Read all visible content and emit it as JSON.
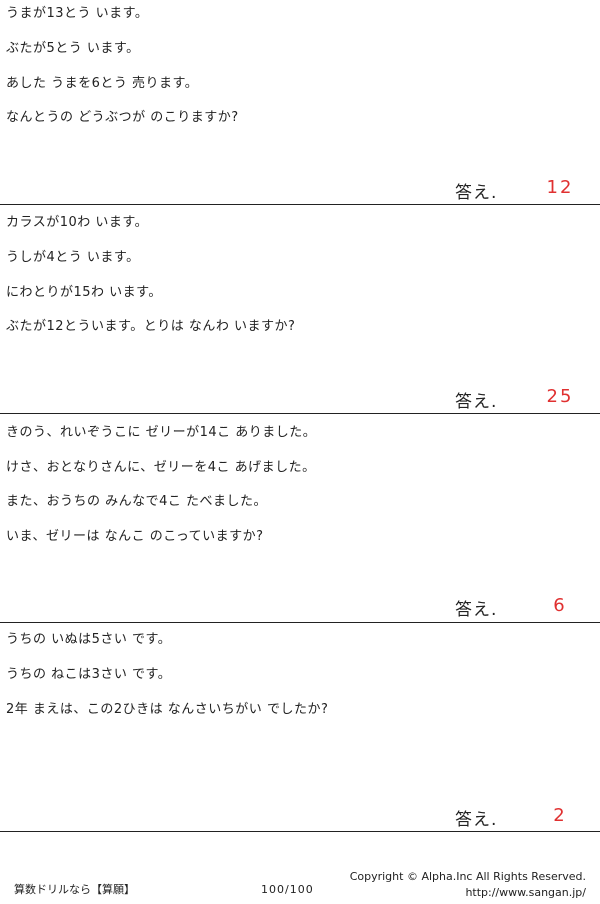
{
  "answer_label": "答え.",
  "answer_color": "#e03030",
  "problems": [
    {
      "lines": [
        "うまが13とう います。",
        "ぶたが5とう います。",
        "あした うまを6とう 売ります。",
        "なんとうの どうぶつが のこりますか?"
      ],
      "answer": "12"
    },
    {
      "lines": [
        "カラスが10わ います。",
        "うしが4とう います。",
        "にわとりが15わ います。",
        "ぶたが12とういます。とりは なんわ いますか?"
      ],
      "answer": "25"
    },
    {
      "lines": [
        "きのう、れいぞうこに ゼリーが14こ ありました。",
        "けさ、おとなりさんに、ゼリーを4こ あげました。",
        "また、おうちの みんなで4こ たべました。",
        "いま、ゼリーは なんこ のこっていますか?"
      ],
      "answer": "6"
    },
    {
      "lines": [
        "うちの いぬは5さい です。",
        "うちの ねこは3さい です。",
        "2年 まえは、この2ひきは なんさいちがい でしたか?"
      ],
      "answer": "2"
    }
  ],
  "footer": {
    "brand": "算数ドリルなら【算願】",
    "page": "100/100",
    "copyright": "Copyright ©  Alpha.Inc All Rights Reserved.",
    "url": "http://www.sangan.jp/"
  }
}
